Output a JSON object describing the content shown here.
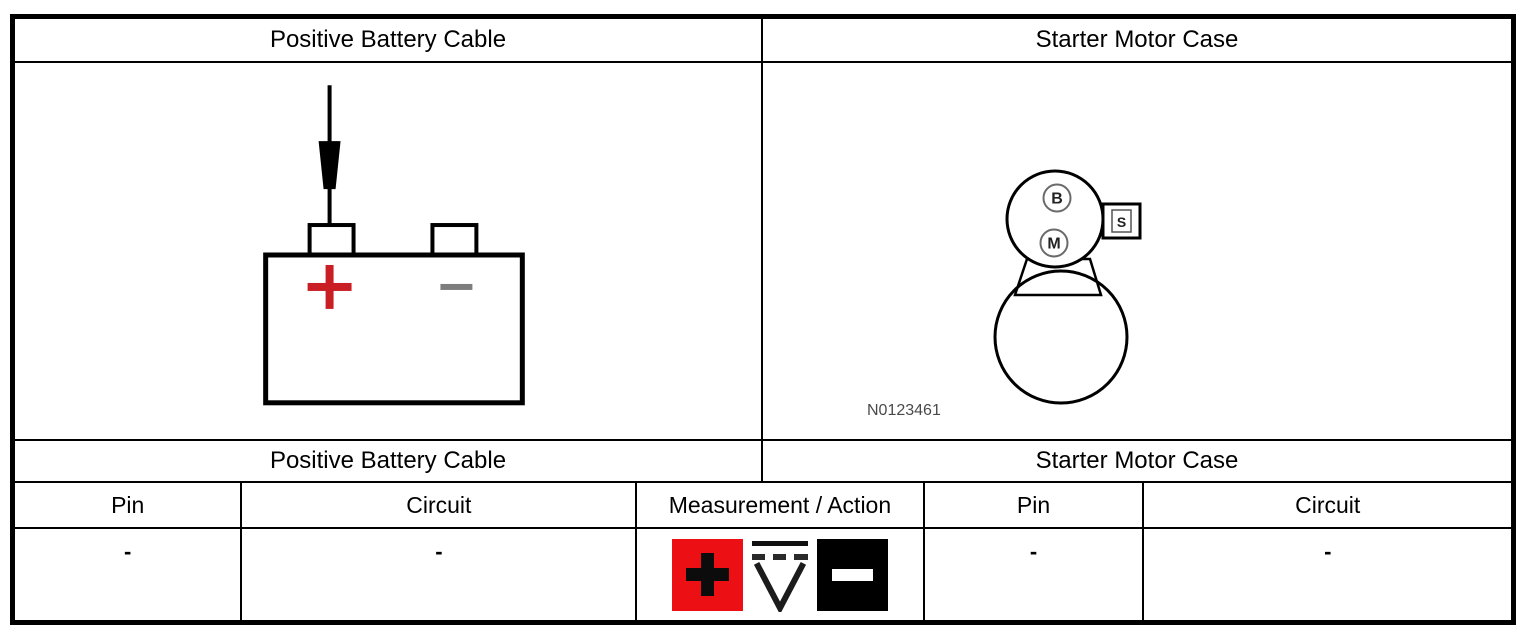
{
  "panels": {
    "left_title": "Positive Battery Cable",
    "right_title": "Starter Motor Case"
  },
  "figure": {
    "code": "N0123461",
    "battery": {
      "positive_symbol": "+",
      "negative_symbol": "-",
      "positive_color": "#c81e24",
      "negative_color": "#7d7d7d"
    },
    "starter": {
      "terminal_b": "B",
      "terminal_m": "M",
      "terminal_s": "S"
    }
  },
  "pin_table": {
    "columns": {
      "left_pin": "Pin",
      "left_circuit": "Circuit",
      "measurement": "Measurement / Action",
      "right_pin": "Pin",
      "right_circuit": "Circuit"
    },
    "values": {
      "left_pin": "-",
      "left_circuit": "-",
      "right_pin": "-",
      "right_circuit": "-"
    },
    "measurement_icon": {
      "name": "dc-voltage-measurement-icon",
      "symbol": "V",
      "positive_lead_color": "#ec0f13",
      "negative_lead_color": "#000000"
    }
  }
}
